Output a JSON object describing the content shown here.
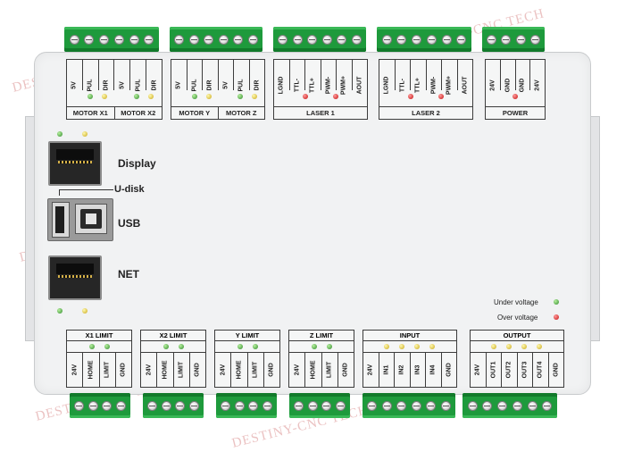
{
  "top_panels": [
    {
      "columns": [
        "5V",
        "PUL",
        "DIR",
        "5V",
        "PUL",
        "DIR"
      ],
      "captions": [
        "MOTOR X1",
        "MOTOR X2"
      ]
    },
    {
      "columns": [
        "5V",
        "PUL",
        "DIR",
        "5V",
        "PUL",
        "DIR"
      ],
      "captions": [
        "MOTOR Y",
        "MOTOR Z"
      ]
    },
    {
      "columns": [
        "LGND",
        "TTL-",
        "TTL+",
        "PWM-",
        "PWM+",
        "AOUT"
      ],
      "captions": [
        "LASER 1"
      ]
    },
    {
      "columns": [
        "LGND",
        "TTL-",
        "TTL+",
        "PWM-",
        "PWM+",
        "AOUT"
      ],
      "captions": [
        "LASER 2"
      ]
    },
    {
      "columns": [
        "24V",
        "GND",
        "GND",
        "24V"
      ],
      "captions": [
        "POWER"
      ]
    }
  ],
  "bottom_panels": [
    {
      "title": "X1 LIMIT",
      "columns": [
        "24V",
        "HOME",
        "LIMIT",
        "GND"
      ]
    },
    {
      "title": "X2 LIMIT",
      "columns": [
        "24V",
        "HOME",
        "LIMIT",
        "GND"
      ]
    },
    {
      "title": "Y LIMIT",
      "columns": [
        "24V",
        "HOME",
        "LIMIT",
        "GND"
      ]
    },
    {
      "title": "Z LIMIT",
      "columns": [
        "24V",
        "HOME",
        "LIMIT",
        "GND"
      ]
    },
    {
      "title": "INPUT",
      "columns": [
        "24V",
        "IN1",
        "IN2",
        "IN3",
        "IN4",
        "GND"
      ]
    },
    {
      "title": "OUTPUT",
      "columns": [
        "24V",
        "OUT1",
        "OUT2",
        "OUT3",
        "OUT4",
        "GND"
      ]
    }
  ],
  "ports": {
    "display": "Display",
    "udisk": "U-disk",
    "usb": "USB",
    "net": "NET"
  },
  "status": {
    "under_voltage": "Under voltage",
    "over_voltage": "Over voltage"
  },
  "watermark": "DESTINY-CNC TECH",
  "colors": {
    "terminal": "#1e9a3c",
    "led_green": "#2f8a2a",
    "led_yellow": "#c9a81a",
    "led_red": "#c41010"
  }
}
